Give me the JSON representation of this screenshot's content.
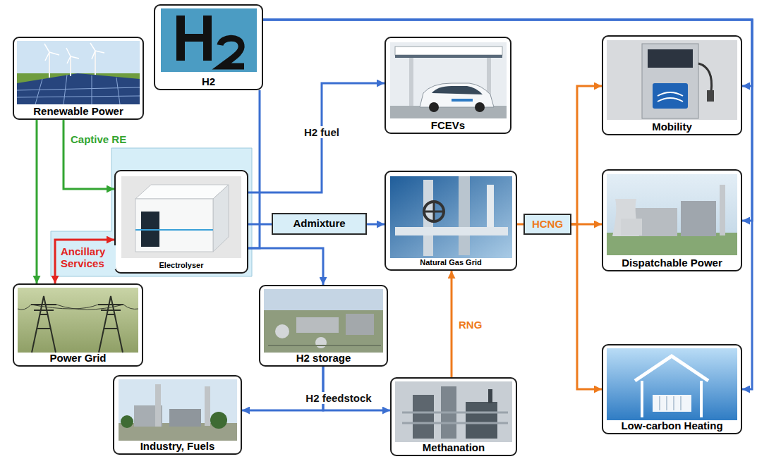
{
  "diagram": {
    "nodes": [
      {
        "text": [
          "H2"
        ]
      },
      {
        "text": [
          "Renewable Power"
        ]
      },
      {
        "text": [
          "FCEVs"
        ]
      },
      {
        "text": [
          "Mobility"
        ]
      },
      {
        "text": [
          "Electrolyser"
        ]
      },
      {
        "text": [
          "Admixture"
        ]
      },
      {
        "text": [
          "Natural Gas Grid"
        ]
      },
      {
        "text": [
          "HCNG"
        ]
      },
      {
        "text": [
          "Dispatchable Power"
        ]
      },
      {
        "text": [
          "Power Grid"
        ]
      },
      {
        "text": [
          "H2 storage"
        ]
      },
      {
        "text": [
          "Low-carbon Heating"
        ]
      },
      {
        "text": [
          "Industry, Fuels"
        ]
      },
      {
        "text": [
          "Methanation"
        ]
      }
    ],
    "edges": [
      {
        "from": 1,
        "to": 9,
        "arrow": "to"
      },
      {
        "from": 1,
        "to": 4,
        "arrow": "to",
        "label": "Captive RE"
      },
      {
        "from": 4,
        "to": 9,
        "arrow": "both",
        "label": "Ancillary Services"
      },
      {
        "from": 4,
        "to": 2,
        "arrow": "to",
        "label": "H2 fuel"
      },
      {
        "from": 4,
        "to": 5,
        "arrow": "none"
      },
      {
        "from": 5,
        "to": 6,
        "arrow": "to"
      },
      {
        "from": 4,
        "to": 10,
        "arrow": "to"
      },
      {
        "from": 0,
        "to": 4,
        "arrow": "none"
      },
      {
        "from": 0,
        "to": 3,
        "arrow": "to"
      },
      {
        "from": 0,
        "to": 8,
        "arrow": "to"
      },
      {
        "from": 0,
        "to": 11,
        "arrow": "to"
      },
      {
        "from": 10,
        "to": 12,
        "arrow": "to",
        "label": "H2 feedstock"
      },
      {
        "from": 10,
        "to": 13,
        "arrow": "to"
      },
      {
        "from": 13,
        "to": 6,
        "arrow": "to",
        "label": "RNG"
      },
      {
        "from": 6,
        "to": 7,
        "arrow": "none"
      },
      {
        "from": 7,
        "to": 3,
        "arrow": "to"
      },
      {
        "from": 7,
        "to": 8,
        "arrow": "to"
      },
      {
        "from": 7,
        "to": 11,
        "arrow": "to"
      }
    ]
  }
}
